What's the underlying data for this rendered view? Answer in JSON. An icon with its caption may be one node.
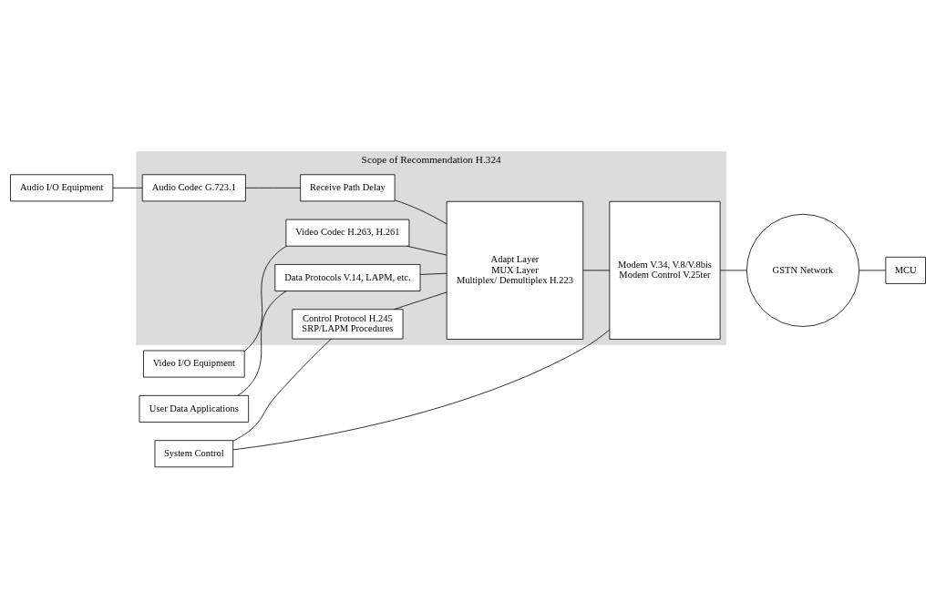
{
  "diagram": {
    "nodes": [
      {
        "text": [
          "Scope of Recommendation H.324"
        ]
      },
      {
        "text": [
          "Video I/O Equipment"
        ]
      },
      {
        "text": [
          "Video Codec H.263, H.261"
        ],
        "in": 0
      },
      {
        "text": [
          "Audio I/O Equipment"
        ]
      },
      {
        "text": [
          "Audio Codec G.723.1"
        ],
        "in": 0
      },
      {
        "text": [
          "Receive Path Delay"
        ],
        "in": 0
      },
      {
        "text": [
          "User Data Applications"
        ]
      },
      {
        "text": [
          "Data Protocols V.14, LAPM, etc."
        ],
        "in": 0
      },
      {
        "text": [
          "System Control"
        ]
      },
      {
        "text": [
          "Control Protocol H.245",
          "SRP/LAPM Procedures"
        ],
        "in": 0
      },
      {
        "text": [
          "Adapt Layer",
          "MUX Layer",
          "Multiplex/ Demultiplex H.223"
        ],
        "in": 0
      },
      {
        "text": [
          "Modem V.34, V.8/V.8bis",
          "Modem Control V.25ter"
        ],
        "in": 0
      },
      {
        "text": [
          "GSTN Network"
        ]
      },
      {
        "text": [
          "MCU"
        ]
      }
    ],
    "edges": [
      {
        "from": 1,
        "to": 2,
        "arrow": "none"
      },
      {
        "from": 2,
        "to": 10,
        "arrow": "none"
      },
      {
        "from": 3,
        "to": 4,
        "arrow": "none"
      },
      {
        "from": 4,
        "to": 5,
        "arrow": "none"
      },
      {
        "from": 5,
        "to": 10,
        "arrow": "none"
      },
      {
        "from": 6,
        "to": 7,
        "arrow": "none"
      },
      {
        "from": 7,
        "to": 10,
        "arrow": "none"
      },
      {
        "from": 8,
        "to": 9,
        "arrow": "none"
      },
      {
        "from": 9,
        "to": 10,
        "arrow": "none"
      },
      {
        "from": 8,
        "to": 11,
        "arrow": "none"
      },
      {
        "from": 10,
        "to": 11,
        "arrow": "none"
      },
      {
        "from": 11,
        "to": 12,
        "arrow": "none"
      },
      {
        "from": 12,
        "to": 13,
        "arrow": "none"
      }
    ]
  }
}
